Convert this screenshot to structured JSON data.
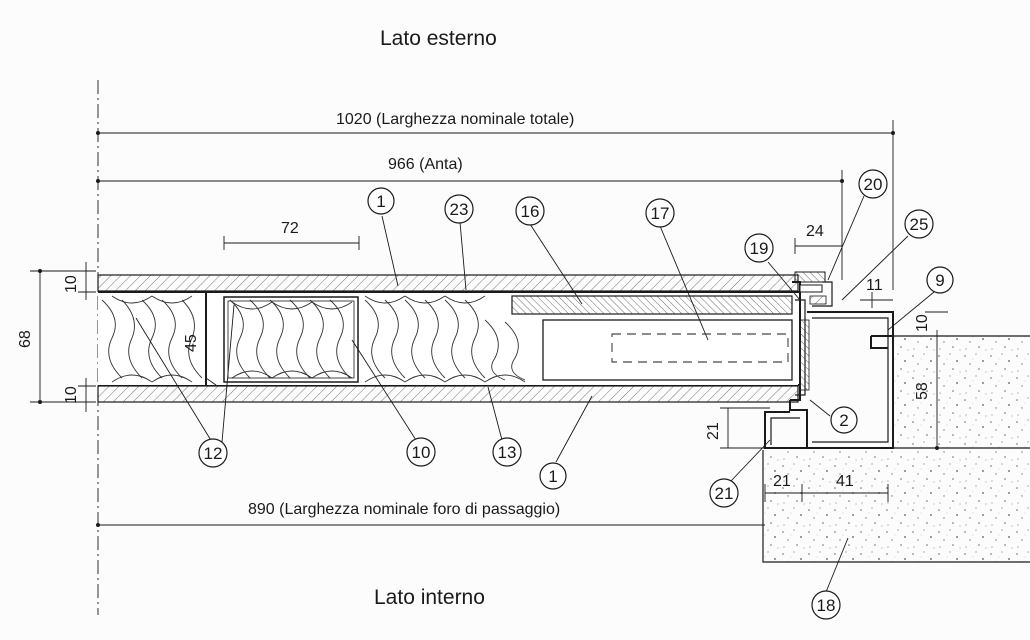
{
  "titles": {
    "top": "Lato esterno",
    "bottom": "Lato interno"
  },
  "dimensions": {
    "total_width": "1020  (Larghezza nominale totale)",
    "leaf_width": "966  (Anta)",
    "passage_width": "890  (Larghezza nominale foro di passaggio)",
    "d72": "72",
    "d24": "24",
    "d11": "11",
    "d10_top": "10",
    "d10_bottom": "10",
    "d68": "68",
    "d45": "45",
    "d10_frame": "10",
    "d58": "58",
    "d21_vertical": "21",
    "d21_horizontal": "21",
    "d41": "41"
  },
  "callouts": {
    "c1_top": "1",
    "c23": "23",
    "c16": "16",
    "c17": "17",
    "c19": "19",
    "c20": "20",
    "c25": "25",
    "c9": "9",
    "c2": "2",
    "c21": "21",
    "c12": "12",
    "c10": "10",
    "c13": "13",
    "c1_bottom": "1",
    "c18": "18"
  }
}
